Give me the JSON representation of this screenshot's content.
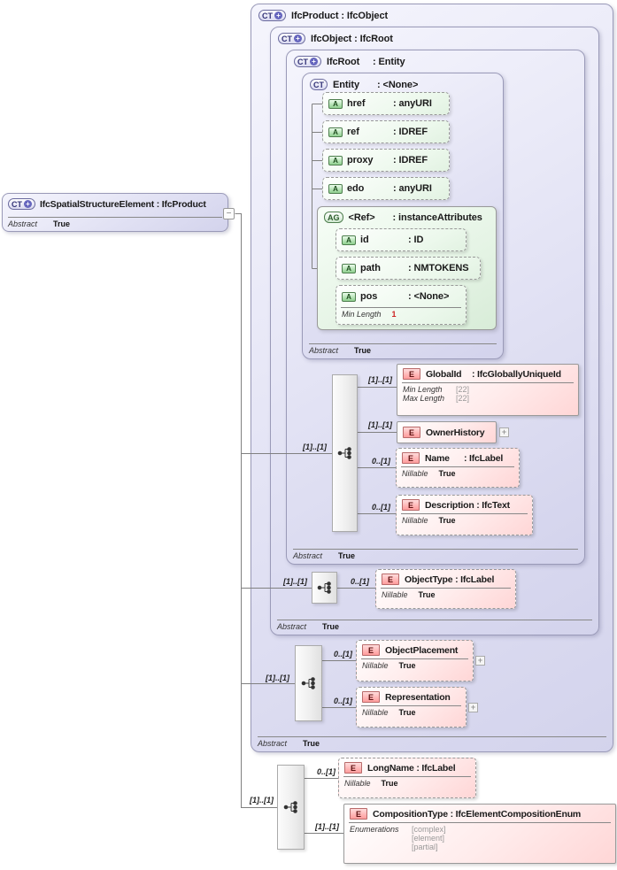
{
  "icons": {
    "ct": "CT",
    "plus": "+",
    "attr": "A",
    "group": "AG",
    "elem": "E",
    "expand": "+",
    "collapse": "−"
  },
  "left_box": {
    "title": "IfcSpatialStructureElement : IfcProduct",
    "abstract_label": "Abstract",
    "abstract_value": "True"
  },
  "containers": {
    "ifcproduct": {
      "title": "IfcProduct : IfcObject",
      "abstract_label": "Abstract",
      "abstract_value": "True"
    },
    "ifcobject": {
      "title": "IfcObject : IfcRoot",
      "abstract_label": "Abstract",
      "abstract_value": "True"
    },
    "ifcroot": {
      "title": "IfcRoot",
      "title_type": ": Entity",
      "abstract_label": "Abstract",
      "abstract_value": "True"
    },
    "entity": {
      "title": "Entity",
      "title_type": ": <None>",
      "abstract_label": "Abstract",
      "abstract_value": "True"
    }
  },
  "entity_attributes": [
    {
      "name": "href",
      "type": ": anyURI"
    },
    {
      "name": "ref",
      "type": ": IDREF"
    },
    {
      "name": "proxy",
      "type": ": IDREF"
    },
    {
      "name": "edo",
      "type": ": anyURI"
    }
  ],
  "ref_group": {
    "name": "<Ref>",
    "type": ": instanceAttributes",
    "attributes": [
      {
        "name": "id",
        "type": ": ID"
      },
      {
        "name": "path",
        "type": ": NMTOKENS"
      },
      {
        "name": "pos",
        "type": ": <None>",
        "constraint_label": "Min Length",
        "constraint_value": "1"
      }
    ]
  },
  "ifcroot_content": {
    "cardinality": "[1]..[1]",
    "elements": [
      {
        "cardinality": "[1]..[1]",
        "name": "GlobalId",
        "type": ": IfcGloballyUniqueId",
        "props": [
          {
            "label": "Min Length",
            "value": "[22]"
          },
          {
            "label": "Max Length",
            "value": "[22]"
          }
        ]
      },
      {
        "cardinality": "[1]..[1]",
        "name": "OwnerHistory",
        "type": ""
      },
      {
        "cardinality": "0..[1]",
        "name": "Name",
        "type": ": IfcLabel",
        "props": [
          {
            "label": "Nillable",
            "value": "True"
          }
        ]
      },
      {
        "cardinality": "0..[1]",
        "name": "Description",
        "type": ": IfcText",
        "props": [
          {
            "label": "Nillable",
            "value": "True"
          }
        ]
      }
    ]
  },
  "ifcobject_content": {
    "cardinality": "[1]..[1]",
    "elements": [
      {
        "cardinality": "0..[1]",
        "name": "ObjectType",
        "type": ": IfcLabel",
        "props": [
          {
            "label": "Nillable",
            "value": "True"
          }
        ]
      }
    ]
  },
  "ifcproduct_content": {
    "cardinality": "[1]..[1]",
    "elements": [
      {
        "cardinality": "0..[1]",
        "name": "ObjectPlacement",
        "type": "",
        "props": [
          {
            "label": "Nillable",
            "value": "True"
          }
        ]
      },
      {
        "cardinality": "0..[1]",
        "name": "Representation",
        "type": "",
        "props": [
          {
            "label": "Nillable",
            "value": "True"
          }
        ]
      }
    ]
  },
  "spatial_content": {
    "cardinality": "[1]..[1]",
    "elements": [
      {
        "cardinality": "0..[1]",
        "name": "LongName",
        "type": ": IfcLabel",
        "props": [
          {
            "label": "Nillable",
            "value": "True"
          }
        ]
      },
      {
        "cardinality": "[1]..[1]",
        "name": "CompositionType",
        "type": ": IfcElementCompositionEnum",
        "enum_label": "Enumerations",
        "enum_values": [
          "[complex]",
          "[element]",
          "[partial]"
        ]
      }
    ]
  }
}
